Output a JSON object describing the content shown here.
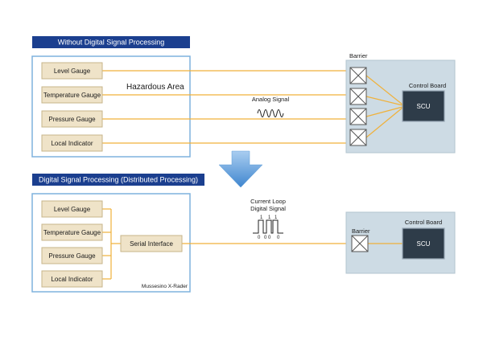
{
  "top": {
    "title": "Without Digital Signal Processing",
    "area_label": "Hazardous Area",
    "gauges": [
      "Level Gauge",
      "Temperature Gauge",
      "Pressure Gauge",
      "Local Indicator"
    ],
    "signal_label": "Analog Signal",
    "barrier_label": "Barrier",
    "board_label": "Control Board",
    "scu_label": "SCU"
  },
  "bottom": {
    "title": "Digital Signal Processing (Distributed Processing)",
    "gauges": [
      "Level Gauge",
      "Temperature Gauge",
      "Pressure Gauge",
      "Local Indicator"
    ],
    "interface_label": "Serial Interface",
    "device_label": "Mussesino X-Rader",
    "signal_label_line1": "Current Loop",
    "signal_label_line2": "Digital Signal",
    "barrier_label": "Barrier",
    "board_label": "Control Board",
    "scu_label": "SCU"
  },
  "colors": {
    "title_bar": "#1b3f8f",
    "frame": "#7fb2dd",
    "gauge_fill": "#efe3c8",
    "signal_line": "#f0b13a",
    "panel": "#cddbe4",
    "scu": "#2e3c49",
    "arrow": "#5f9ed8"
  },
  "icons": [
    "barrier-x-icon",
    "analog-wave-icon",
    "digital-pulse-icon",
    "down-arrow-icon"
  ]
}
